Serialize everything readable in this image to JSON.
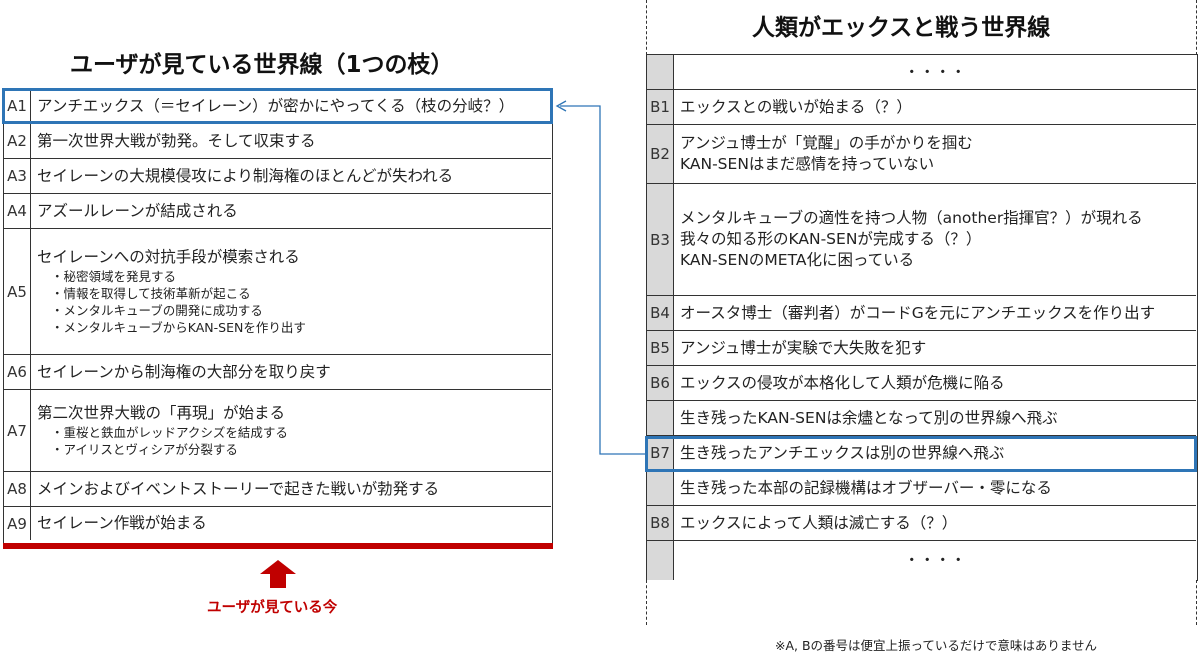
{
  "left": {
    "title": "ユーザが見ている世界線（1つの枝）",
    "rows": [
      {
        "id": "A1",
        "text": "アンチエックス（＝セイレーン）が密かにやってくる（枝の分岐？）",
        "subs": []
      },
      {
        "id": "A2",
        "text": "第一次世界大戦が勃発。そして収束する",
        "subs": []
      },
      {
        "id": "A3",
        "text": "セイレーンの大規模侵攻により制海権のほとんどが失われる",
        "subs": []
      },
      {
        "id": "A4",
        "text": "アズールレーンが結成される",
        "subs": []
      },
      {
        "id": "A5",
        "text": "セイレーンへの対抗手段が模索される",
        "subs": [
          "・秘密領域を発見する",
          "・情報を取得して技術革新が起こる",
          "・メンタルキューブの開発に成功する",
          "・メンタルキューブからKAN-SENを作り出す"
        ]
      },
      {
        "id": "A6",
        "text": "セイレーンから制海権の大部分を取り戻す",
        "subs": []
      },
      {
        "id": "A7",
        "text": "第二次世界大戦の「再現」が始まる",
        "subs": [
          "・重桜と鉄血がレッドアクシズを結成する",
          "・アイリスとヴィシアが分裂する"
        ]
      },
      {
        "id": "A8",
        "text": "メインおよびイベントストーリーで起きた戦いが勃発する",
        "subs": []
      },
      {
        "id": "A9",
        "text": "セイレーン作戦が始まる",
        "subs": []
      }
    ],
    "now_label": "ユーザが見ている今",
    "accent_color": "#c00000",
    "highlight_color": "#2e75b6"
  },
  "right": {
    "title": "人類がエックスと戦う世界線",
    "rows": [
      {
        "id": "",
        "lines": [
          "・・・・"
        ],
        "center": true
      },
      {
        "id": "B1",
        "lines": [
          "エックスとの戦いが始まる（？）"
        ]
      },
      {
        "id": "B2",
        "lines": [
          "アンジュ博士が「覚醒」の手がかりを掴む",
          "KAN-SENはまだ感情を持っていない"
        ]
      },
      {
        "id": "B3",
        "lines": [
          "メンタルキューブの適性を持つ人物（another指揮官？）が現れる",
          "我々の知る形のKAN-SENが完成する（？）",
          "KAN-SENのMETA化に困っている"
        ]
      },
      {
        "id": "B4",
        "lines": [
          "オースタ博士（審判者）がコードGを元にアンチエックスを作り出す"
        ]
      },
      {
        "id": "B5",
        "lines": [
          "アンジュ博士が実験で大失敗を犯す"
        ]
      },
      {
        "id": "B6",
        "lines": [
          "エックスの侵攻が本格化して人類が危機に陥る"
        ]
      },
      {
        "id": "",
        "lines": [
          "生き残ったKAN-SENは余燼となって別の世界線へ飛ぶ"
        ]
      },
      {
        "id": "B7",
        "lines": [
          "生き残ったアンチエックスは別の世界線へ飛ぶ"
        ]
      },
      {
        "id": "",
        "lines": [
          "生き残った本部の記録機構はオブザーバー・零になる"
        ]
      },
      {
        "id": "B8",
        "lines": [
          "エックスによって人類は滅亡する（？）"
        ]
      },
      {
        "id": "",
        "lines": [
          "・・・・"
        ],
        "center": true
      }
    ]
  },
  "footnote": "※A, Bの番号は便宜上振っているだけで意味はありません"
}
